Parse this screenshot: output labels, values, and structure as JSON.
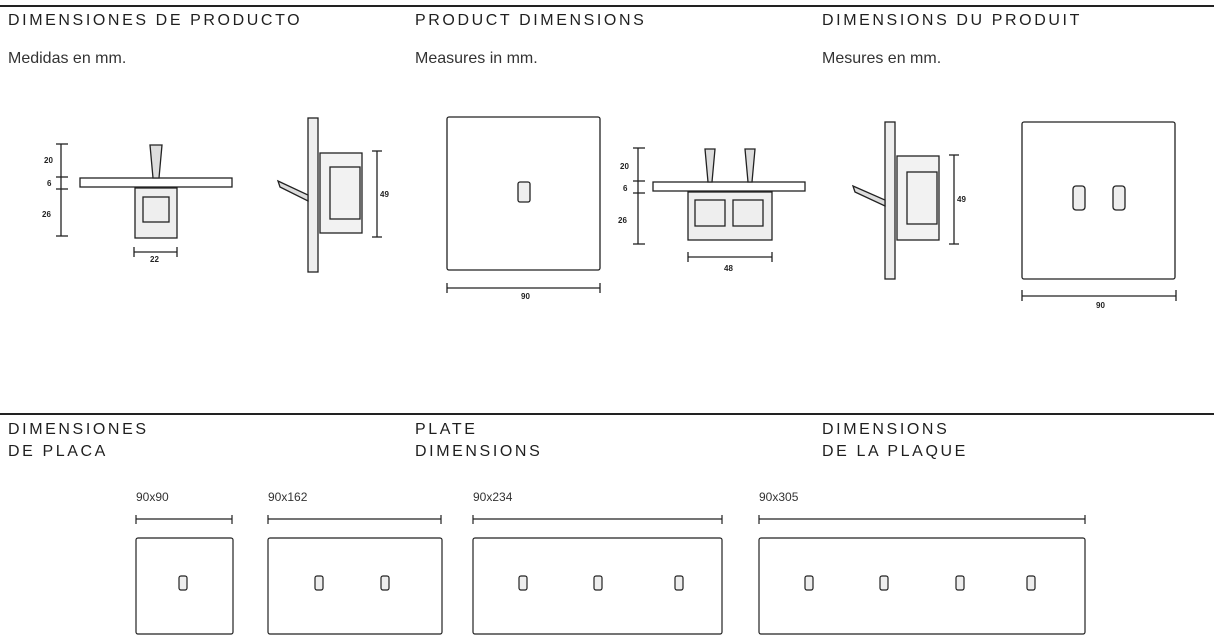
{
  "product_section": {
    "columns": [
      {
        "title": "DIMENSIONES DE PRODUCTO",
        "subtitle": "Medidas en mm."
      },
      {
        "title": "PRODUCT DIMENSIONS",
        "subtitle": "Measures in mm."
      },
      {
        "title": "DIMENSIONS DU PRODUIT",
        "subtitle": "Mesures en mm."
      }
    ],
    "single_switch": {
      "heights": [
        "20",
        "6",
        "26"
      ],
      "depth": "49",
      "width_base": "22",
      "plate_width": "90"
    },
    "double_switch": {
      "heights": [
        "20",
        "6",
        "26"
      ],
      "depth": "49",
      "width_base": "48",
      "plate_width": "90"
    }
  },
  "plate_section": {
    "columns": [
      {
        "title_line1": "DIMENSIONES",
        "title_line2": "DE PLACA"
      },
      {
        "title_line1": "PLATE",
        "title_line2": "DIMENSIONS"
      },
      {
        "title_line1": "DIMENSIONS",
        "title_line2": "DE LA PLAQUE"
      }
    ],
    "plates": [
      {
        "label": "90x90",
        "toggles": 1
      },
      {
        "label": "90x162",
        "toggles": 2
      },
      {
        "label": "90x234",
        "toggles": 3
      },
      {
        "label": "90x305",
        "toggles": 4
      }
    ]
  }
}
